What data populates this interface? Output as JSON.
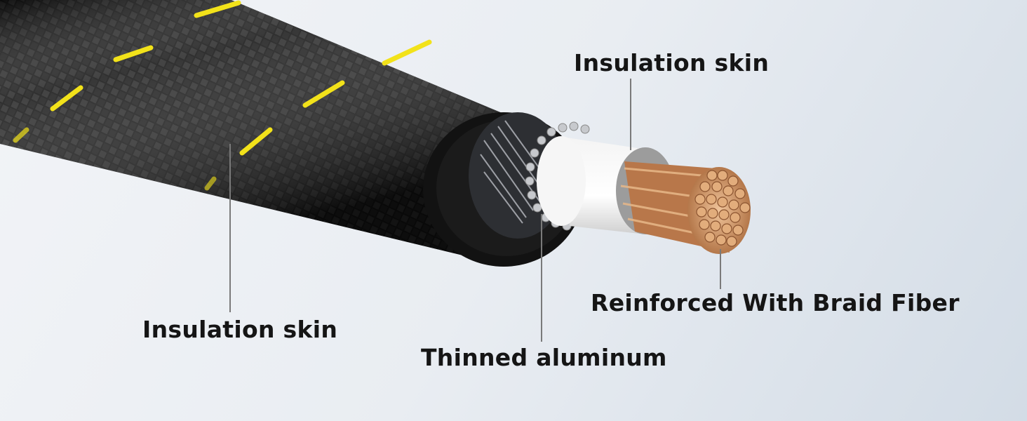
{
  "labels": {
    "outer_insulation": "Insulation skin",
    "inner_insulation": "Insulation skin",
    "shield": "Thinned aluminum",
    "conductor": "Reinforced With Braid Fiber"
  },
  "colors": {
    "braid": "#161616",
    "tracer": "#f2e21a",
    "copper": "#c98a55",
    "leader": "#7a7a7a"
  }
}
